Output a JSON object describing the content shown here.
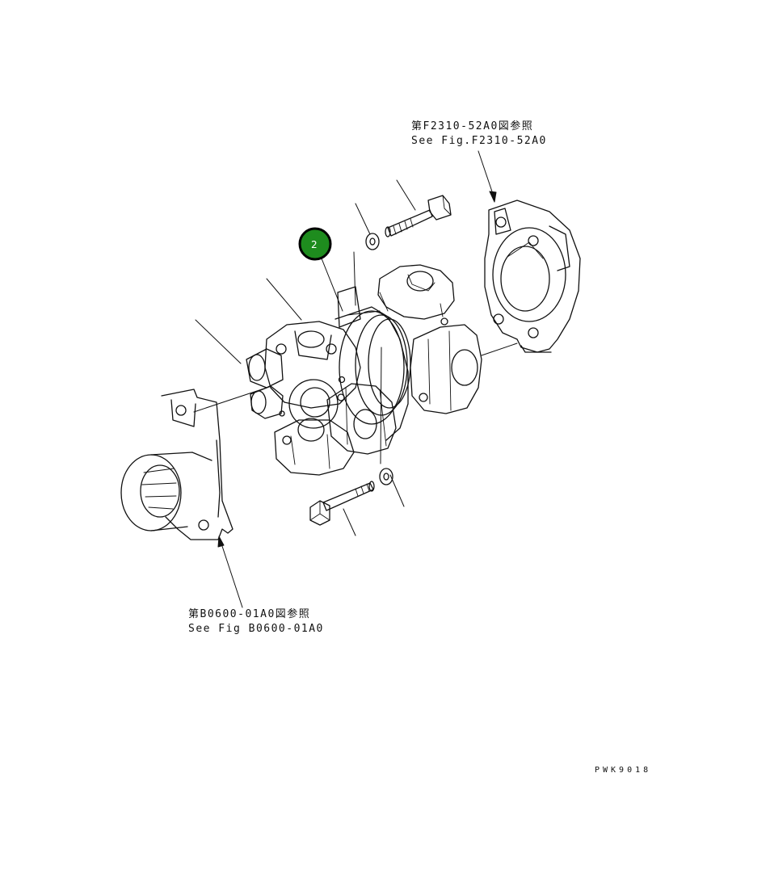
{
  "references": {
    "top": {
      "line1": "第F2310-52A0図参照",
      "line2": "See Fig.F2310-52A0"
    },
    "bottom": {
      "line1": "第B0600-01A0図参照",
      "line2": "See Fig B0600-01A0"
    }
  },
  "callout": {
    "number": "2",
    "fill_color": "#1e8c1e",
    "ring_color": "#000000"
  },
  "drawing_code": "PWK9018",
  "icons": {
    "callout": "numbered-callout-circle",
    "arrows": "leader-arrow"
  }
}
